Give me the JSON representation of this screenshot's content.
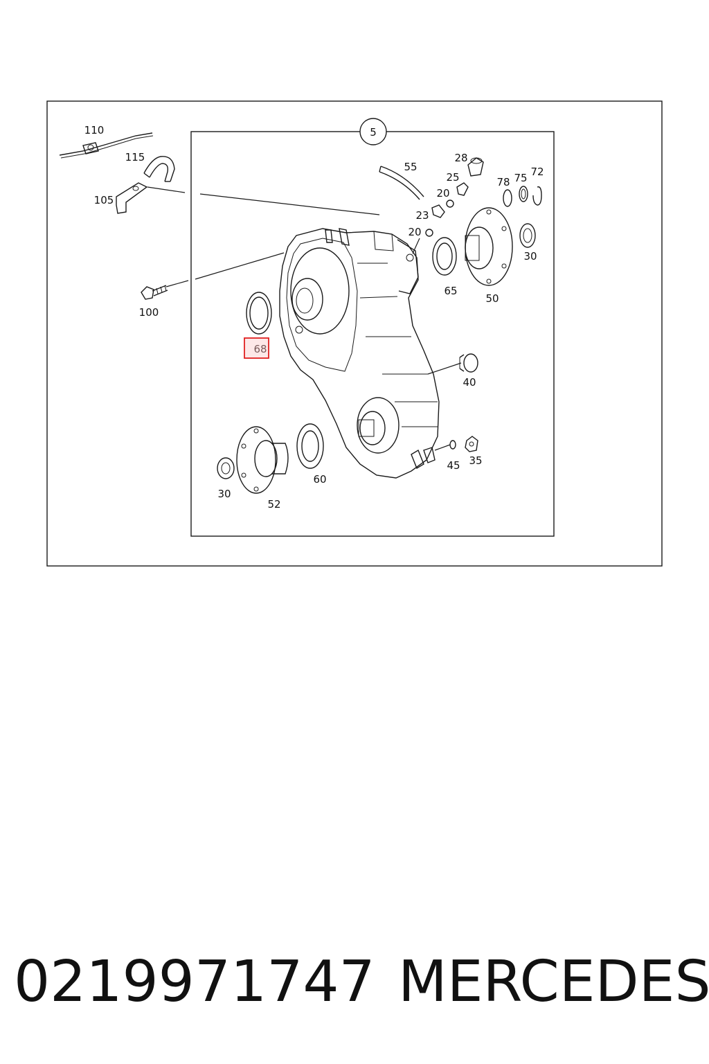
{
  "diagram": {
    "group_number": "5",
    "highlight_color": "#e02020",
    "labels": {
      "p110": "110",
      "p115": "115",
      "p105": "105",
      "p100": "100",
      "p55": "55",
      "p28": "28",
      "p25": "25",
      "p20a": "20",
      "p23": "23",
      "p20b": "20",
      "p78": "78",
      "p75": "75",
      "p72": "72",
      "p30a": "30",
      "p65": "65",
      "p50": "50",
      "p68": "68",
      "p40": "40",
      "p45": "45",
      "p35": "35",
      "p60": "60",
      "p30b": "30",
      "p52": "52"
    }
  },
  "footer": {
    "part_number": "0219971747",
    "brand": "MERCEDES"
  }
}
